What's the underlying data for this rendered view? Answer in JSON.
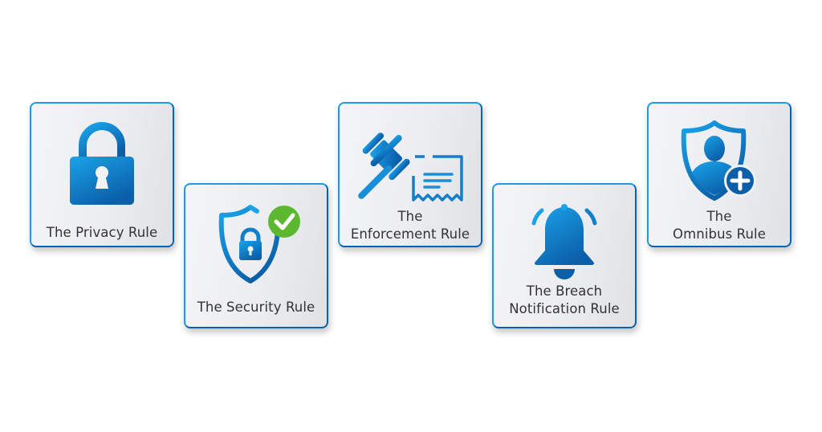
{
  "colors": {
    "card_border_light": "#1e9be8",
    "card_border_dark": "#0b63b0",
    "icon_blue_light": "#1aa3ea",
    "icon_blue_dark": "#0b5ea8",
    "check_green": "#5cb82e",
    "text": "#333333"
  },
  "cards": [
    {
      "id": "privacy",
      "icon": "padlock-icon",
      "label_line1": "The Privacy Rule",
      "label_line2": ""
    },
    {
      "id": "security",
      "icon": "shield-lock-check-icon",
      "label_line1": "The Security Rule",
      "label_line2": ""
    },
    {
      "id": "enforcement",
      "icon": "gavel-document-icon",
      "label_line1": "The",
      "label_line2": "Enforcement Rule"
    },
    {
      "id": "breach",
      "icon": "bell-icon",
      "label_line1": "The Breach",
      "label_line2": "Notification Rule"
    },
    {
      "id": "omnibus",
      "icon": "shield-user-plus-icon",
      "label_line1": "The",
      "label_line2": "Omnibus Rule"
    }
  ]
}
